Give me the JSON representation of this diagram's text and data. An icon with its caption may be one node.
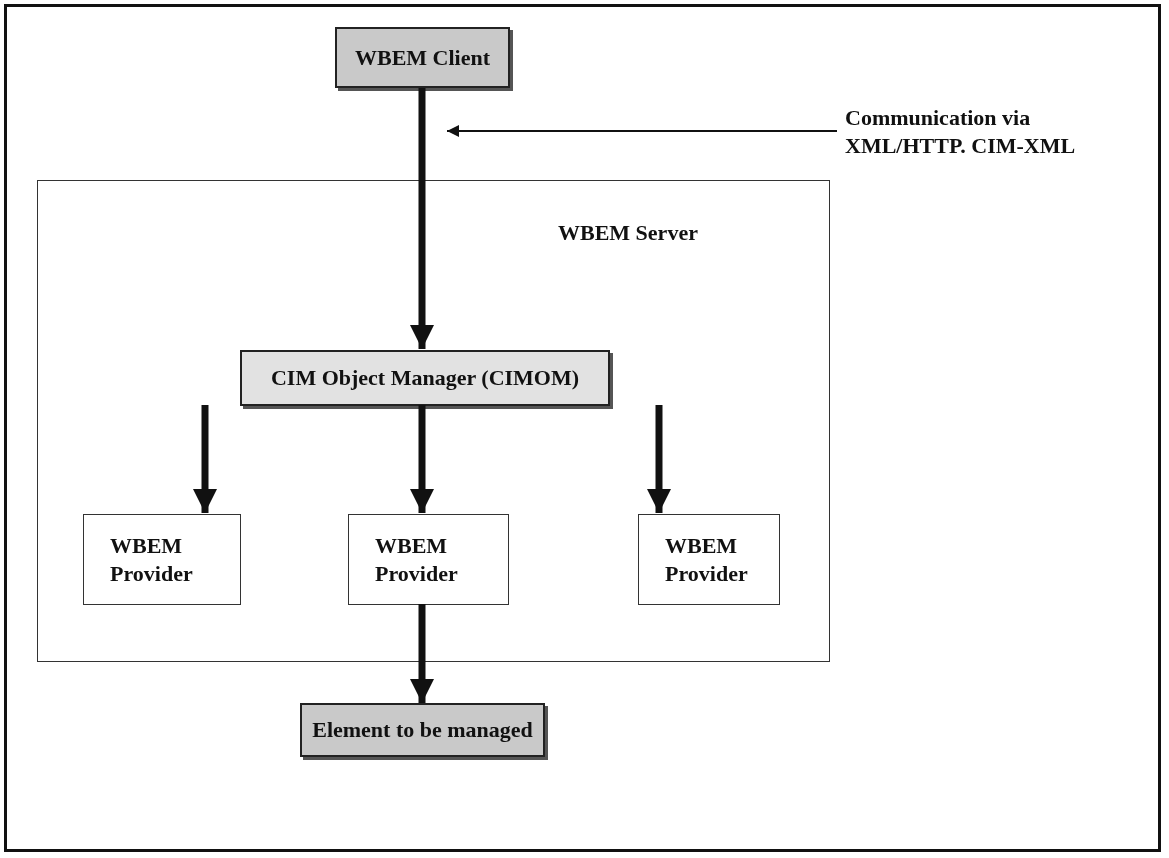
{
  "diagram": {
    "nodes": [
      {
        "text": [
          "WBEM Client"
        ]
      },
      {
        "text": [
          "Communication via XML/HTTP. CIM-XML"
        ]
      },
      {
        "text": [
          "WBEM Server"
        ]
      },
      {
        "text": [
          "CIM Object Manager (CIMOM)"
        ],
        "in": 2
      },
      {
        "text": [
          "WBEM Provider"
        ],
        "in": 2
      },
      {
        "text": [
          "WBEM Provider"
        ],
        "in": 2
      },
      {
        "text": [
          "WBEM Provider"
        ],
        "in": 2
      },
      {
        "text": [
          "Element to be managed"
        ]
      }
    ],
    "edges": [
      {
        "from": 0,
        "to": 3,
        "arrow": "to"
      },
      {
        "from": 1,
        "to": null,
        "arrow": "to"
      },
      {
        "from": 3,
        "to": 4,
        "arrow": "to"
      },
      {
        "from": 3,
        "to": 5,
        "arrow": "to"
      },
      {
        "from": 3,
        "to": 6,
        "arrow": "to"
      },
      {
        "from": 5,
        "to": 7,
        "arrow": "to"
      }
    ]
  }
}
